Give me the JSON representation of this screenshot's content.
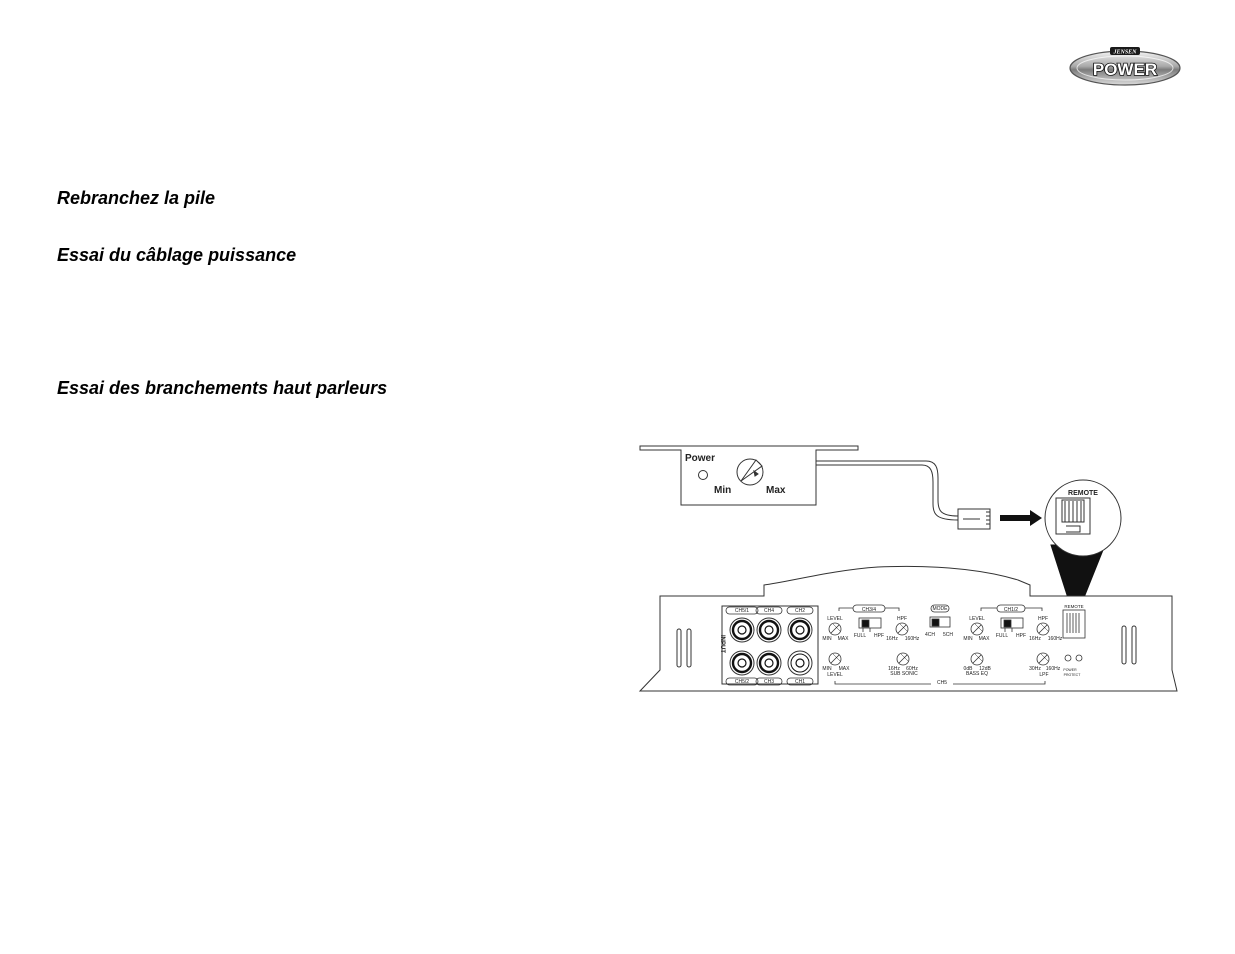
{
  "logo": {
    "brand_small": "JENSEN",
    "brand_large": "POWER"
  },
  "headings": {
    "reconnect_battery": "Rebranchez la pile",
    "power_wiring_test": "Essai du câblage puissance",
    "speaker_connection_test": "Essai des branchements haut parleurs"
  },
  "remote": {
    "power": "Power",
    "min": "Min",
    "max": "Max",
    "remote_label": "REMOTE"
  },
  "amp": {
    "remote_small": "REMOTE",
    "input": "INPUT",
    "top_jacks": [
      "CH5/1",
      "CH4",
      "CH2"
    ],
    "bottom_jacks": [
      "CH5/2",
      "CH3",
      "CH1"
    ],
    "ch34": "CH3/4",
    "ch12": "CH1/2",
    "mode": "MODE",
    "level": "LEVEL",
    "hpf": "HPF",
    "min": "MIN",
    "max": "MAX",
    "full": "FULL",
    "f16hz": "16Hz",
    "f160hz": "160Hz",
    "mode_4ch": "4CH",
    "mode_5ch": "5CH",
    "sub_16hz": "16Hz",
    "sub_60hz": "60Hz",
    "sub_sonic": "SUB SONIC",
    "eq_0db": "0dB",
    "eq_12db": "12dB",
    "bass_eq": "BASS EQ",
    "lpf_30hz": "30Hz",
    "lpf_160hz": "160Hz",
    "lpf": "LPF",
    "ch5": "CH5",
    "power_led": "POWER",
    "protect_led": "PROTECT"
  }
}
